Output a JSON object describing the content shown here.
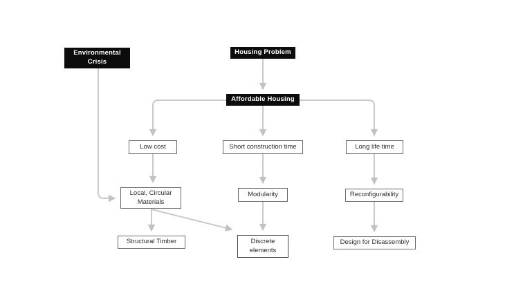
{
  "diagram": {
    "title": "Affordable housing concept flowchart",
    "colors": {
      "background": "#ffffff",
      "primary_node_bg": "#0c0c0c",
      "primary_node_text": "#ffffff",
      "secondary_node_border": "#6a6a6a",
      "secondary_node_text": "#2b2b2b",
      "connector": "#c9c9c9"
    },
    "nodes": {
      "environmental_crisis": {
        "label": "Environmental\nCrisis",
        "style": "primary"
      },
      "housing_problem": {
        "label": "Housing Problem",
        "style": "primary"
      },
      "affordable_housing": {
        "label": "Affordable Housing",
        "style": "primary"
      },
      "low_cost": {
        "label": "Low cost",
        "style": "secondary"
      },
      "short_construction_time": {
        "label": "Short construction time",
        "style": "secondary"
      },
      "long_life_time": {
        "label": "Long life time",
        "style": "secondary"
      },
      "local_circular_materials": {
        "label": "Local, Circular\nMaterials",
        "style": "secondary"
      },
      "modularity": {
        "label": "Modularity",
        "style": "secondary"
      },
      "reconfigurability": {
        "label": "Reconfigurability",
        "style": "secondary"
      },
      "structural_timber": {
        "label": "Structural Timber",
        "style": "secondary"
      },
      "discrete_elements": {
        "label": "Discrete\nelements",
        "style": "secondary"
      },
      "design_for_disassembly": {
        "label": "Design for Disassembly",
        "style": "secondary"
      }
    },
    "edges": [
      {
        "from": "environmental_crisis",
        "to": "local_circular_materials"
      },
      {
        "from": "housing_problem",
        "to": "affordable_housing"
      },
      {
        "from": "affordable_housing",
        "to": "low_cost"
      },
      {
        "from": "affordable_housing",
        "to": "short_construction_time"
      },
      {
        "from": "affordable_housing",
        "to": "long_life_time"
      },
      {
        "from": "low_cost",
        "to": "local_circular_materials"
      },
      {
        "from": "short_construction_time",
        "to": "modularity"
      },
      {
        "from": "long_life_time",
        "to": "reconfigurability"
      },
      {
        "from": "local_circular_materials",
        "to": "structural_timber"
      },
      {
        "from": "local_circular_materials",
        "to": "discrete_elements"
      },
      {
        "from": "modularity",
        "to": "discrete_elements"
      },
      {
        "from": "reconfigurability",
        "to": "design_for_disassembly"
      }
    ]
  }
}
